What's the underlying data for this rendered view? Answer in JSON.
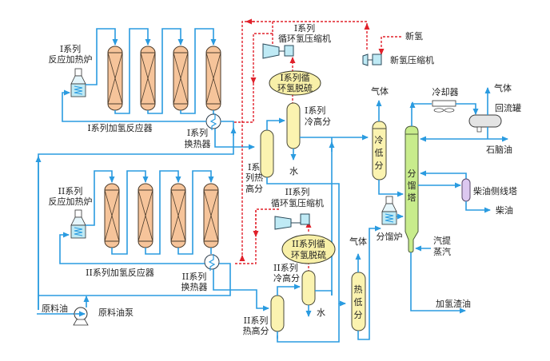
{
  "title": "加氢裂化工艺流程",
  "labels": {
    "series1_furnace": [
      "I系列",
      "反应加热炉"
    ],
    "series1_reactor": "I系列加氢反应器",
    "series1_hx": [
      "I系列",
      "换热器"
    ],
    "series1_compressor": [
      "I系列",
      "循环氢压缩机"
    ],
    "series1_desulf": [
      "I系列循",
      "环氢脱硫"
    ],
    "series1_cold_hp": [
      "I系列",
      "冷高分"
    ],
    "series1_hot_hp": [
      "I系",
      "列热",
      "高分"
    ],
    "water1": "水",
    "new_h2": "新氢",
    "new_h2_compressor": "新氢压缩机",
    "gas_cold_lp": "气体",
    "cold_lp_sep": [
      "冷",
      "低",
      "分"
    ],
    "cooler": "冷却器",
    "gas_reflux": "气体",
    "reflux_drum": "回流罐",
    "naphtha": "石脑油",
    "fractionator": [
      "分",
      "馏",
      "塔"
    ],
    "diesel_stripper": "柴油侧线塔",
    "diesel": "柴油",
    "frac_furnace": "分馏炉",
    "stripping_steam": [
      "汽提",
      "蒸汽"
    ],
    "hydro_residue": "加氢渣油",
    "series2_furnace": [
      "II系列",
      "反应加热炉"
    ],
    "series2_reactor": "II系列加氢反应器",
    "series2_hx": [
      "II系列",
      "换热器"
    ],
    "series2_compressor": [
      "II系列",
      "循环氢压缩机"
    ],
    "series2_desulf": [
      "II系列循",
      "环氢脱硫"
    ],
    "series2_cold_hp": [
      "II系列",
      "冷高分"
    ],
    "series2_hot_hp": [
      "II系列",
      "热高分"
    ],
    "water2": "水",
    "gas_hot_lp": "气体",
    "hot_lp_sep": [
      "热",
      "低",
      "分"
    ],
    "feed_oil": "原料油",
    "feed_pump": "原料油泵"
  },
  "colors": {
    "pipe": "#2a9be0",
    "hydrogen": "#e0202a",
    "reactor": "#f6c49a",
    "separator": "#fbf3b0",
    "fractionator": "#c8ec8c",
    "stripper": "#dcc8f0",
    "compressor": "#bfeaf5"
  }
}
